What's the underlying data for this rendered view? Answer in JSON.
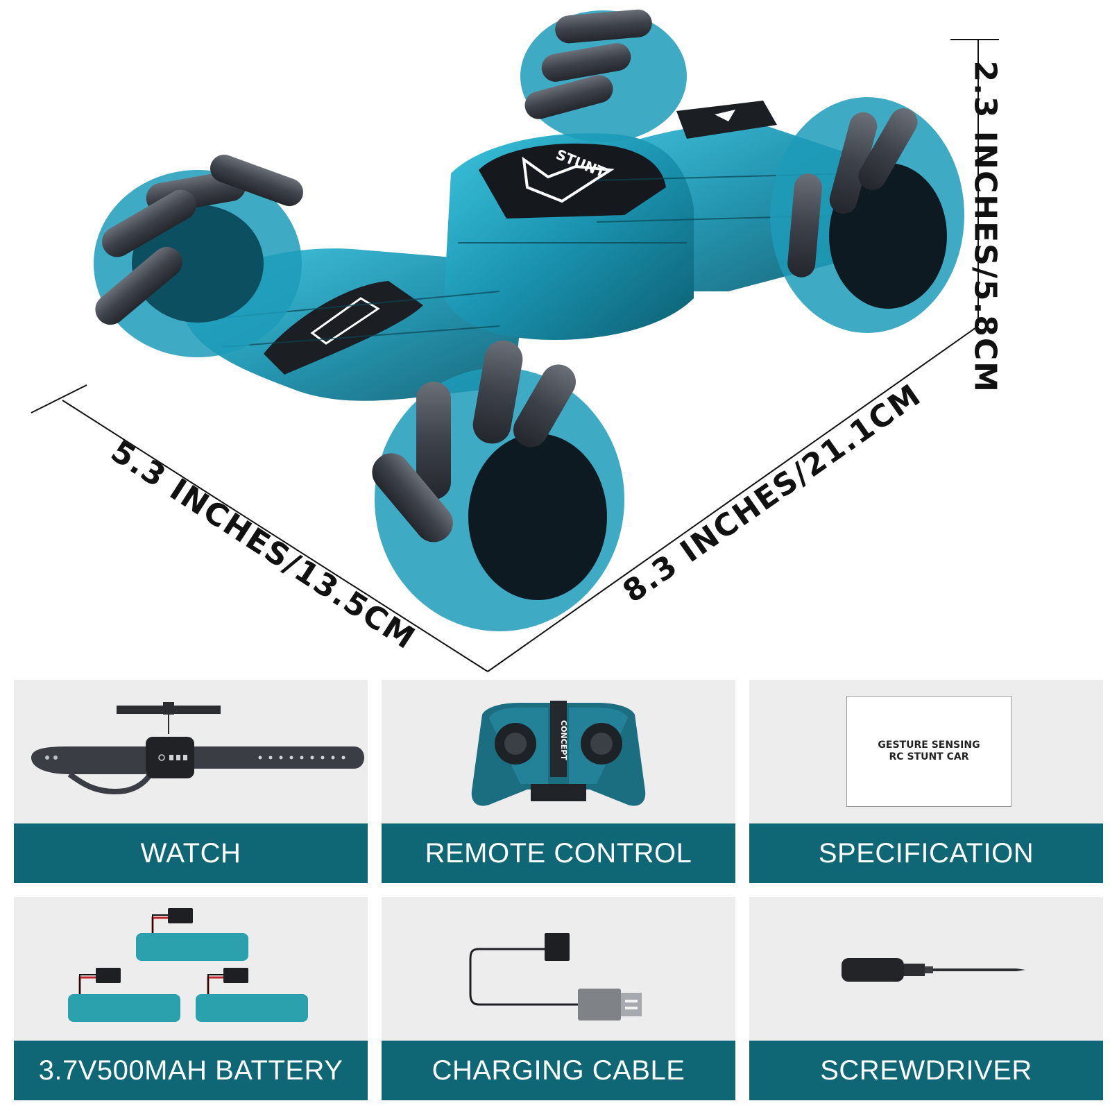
{
  "product": {
    "car_badge_text": "STUNT",
    "remote_badge_text": "CONCEPT"
  },
  "dimensions": {
    "height": "2.3 INCHES/5.8CM",
    "width": "5.3 INCHES/13.5CM",
    "length": "8.3 INCHES/21.1CM"
  },
  "accessories": [
    {
      "label": "WATCH",
      "icon": "smart-watch-icon"
    },
    {
      "label": "REMOTE CONTROL",
      "icon": "remote-control-icon"
    },
    {
      "label": "SPECIFICATION",
      "icon": "manual-sheet-icon",
      "sheet_lines": [
        "GESTURE SENSING",
        "RC STUNT CAR"
      ]
    },
    {
      "label": "3.7V500MAH BATTERY",
      "icon": "battery-pack-icon"
    },
    {
      "label": "CHARGING CABLE",
      "icon": "usb-cable-icon"
    },
    {
      "label": "SCREWDRIVER",
      "icon": "screwdriver-icon"
    }
  ],
  "colors": {
    "band": "#0f6674",
    "card": "#ededed",
    "car_body": "#1fa6c4"
  }
}
